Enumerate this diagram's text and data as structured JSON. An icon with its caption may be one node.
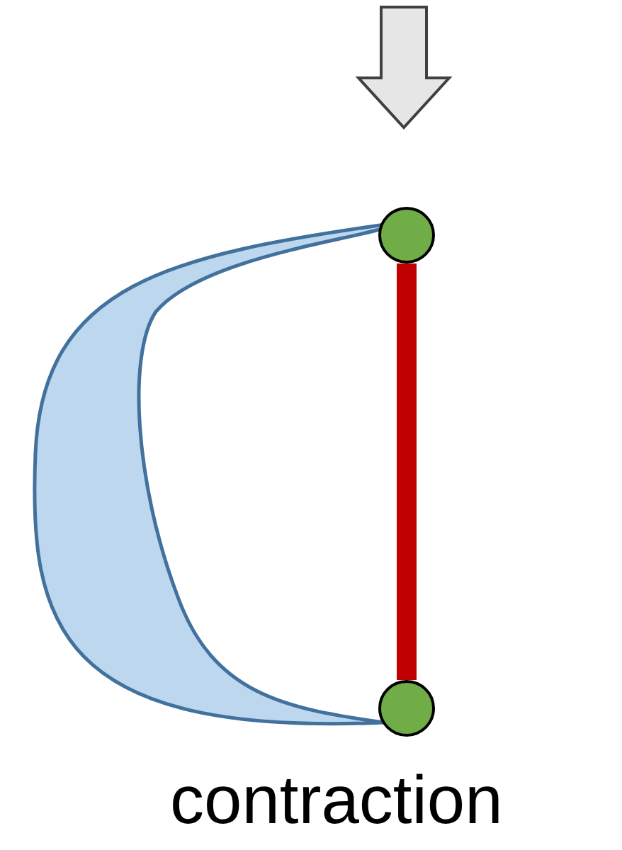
{
  "diagram": {
    "nodes": [
      {
        "text": [],
        "shape": "circle"
      },
      {
        "text": [],
        "shape": "circle"
      }
    ],
    "edges": [
      {
        "from": 0,
        "to": 1,
        "arrow": "none",
        "color": "#bdd7ee"
      },
      {
        "from": 0,
        "to": 1,
        "arrow": "none",
        "color": "#c00000"
      }
    ],
    "labels": [
      "contraction"
    ]
  }
}
